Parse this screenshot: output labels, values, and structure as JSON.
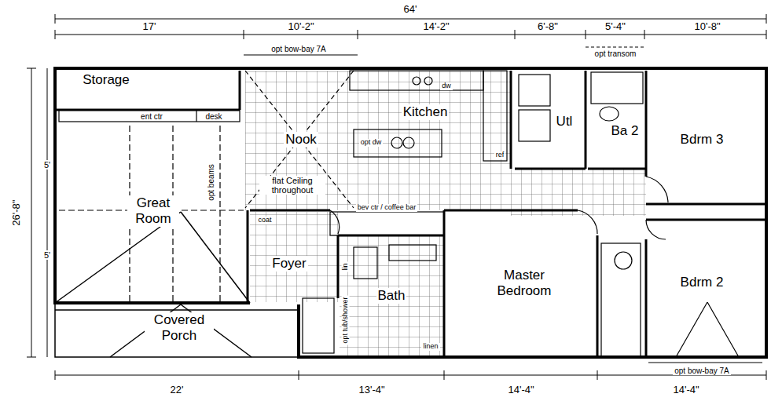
{
  "diagram": {
    "nodes": [
      {
        "text": [
          "Storage"
        ]
      },
      {
        "text": [
          "Great Room"
        ]
      },
      {
        "text": [
          "Nook"
        ]
      },
      {
        "text": [
          "Kitchen"
        ]
      },
      {
        "text": [
          "Utl"
        ]
      },
      {
        "text": [
          "Ba 2"
        ]
      },
      {
        "text": [
          "Bdrm 3"
        ]
      },
      {
        "text": [
          "Foyer"
        ]
      },
      {
        "text": [
          "Bath"
        ]
      },
      {
        "text": [
          "Master Bedroom"
        ]
      },
      {
        "text": [
          "Bdrm 2"
        ]
      },
      {
        "text": [
          "Covered Porch"
        ]
      }
    ],
    "labels": [
      "64'",
      "17'",
      "10'-2\"",
      "14'-2\"",
      "6'-8\"",
      "5'-4\"",
      "10'-8\"",
      "26'-8\"",
      "5'",
      "5'",
      "22'",
      "13'-4\"",
      "14'-4\"",
      "14'-4\"",
      "opt bow-bay 7A",
      "opt transom",
      "ent ctr",
      "desk",
      "opt beams",
      "flat Ceiling throughout",
      "opt dw",
      "dw",
      "ref",
      "bev ctr / coffee bar",
      "coat",
      "lin",
      "opt tub/shower",
      "linen",
      "opt bow-bay 7A"
    ]
  }
}
